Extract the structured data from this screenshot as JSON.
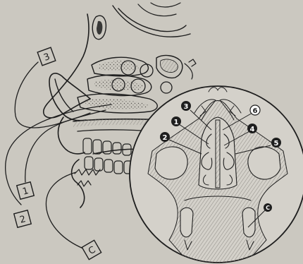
{
  "colors": {
    "background": "#cbc8c0",
    "ink": "#1e1e1e",
    "zoom_fill": "#d4d1ca",
    "hatch": "#8f8c86"
  },
  "labels": {
    "box_3": "3",
    "box_1": "1",
    "box_2": "2",
    "box_c": "C"
  },
  "circles": {
    "c1": "1",
    "c2": "2",
    "c3": "3",
    "c4": "4",
    "c5": "5",
    "c6": "6",
    "cc": "C"
  }
}
